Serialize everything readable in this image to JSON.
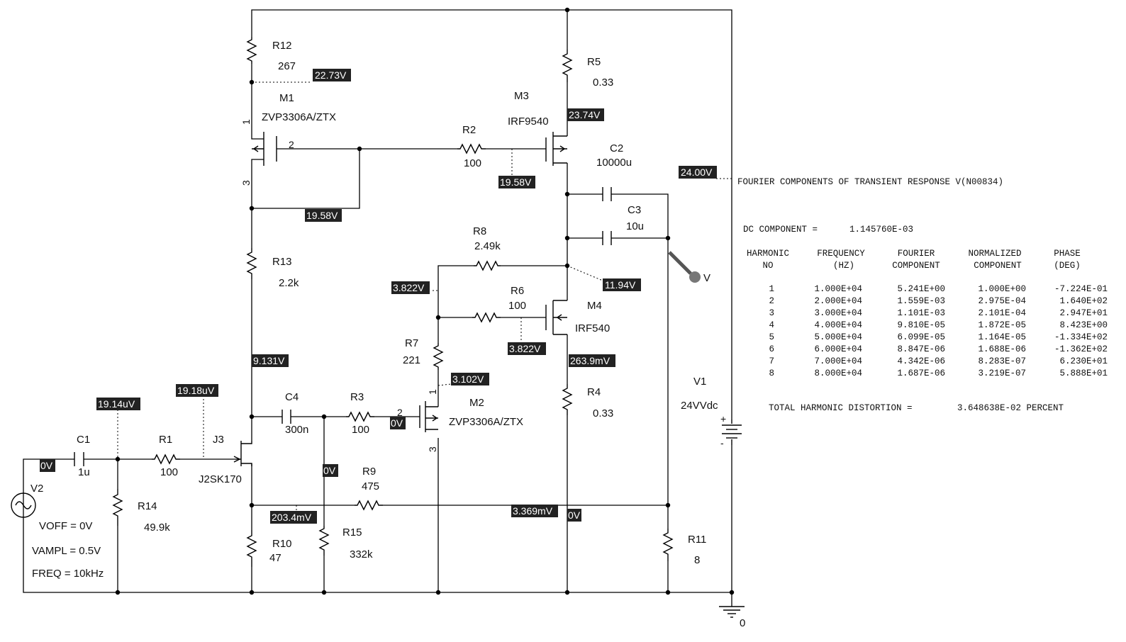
{
  "components": {
    "R12": {
      "ref": "R12",
      "value": "267"
    },
    "R5": {
      "ref": "R5",
      "value": "0.33"
    },
    "M1": {
      "ref": "M1",
      "model": "ZVP3306A/ZTX"
    },
    "M3": {
      "ref": "M3",
      "model": "IRF9540"
    },
    "R2": {
      "ref": "R2",
      "value": "100"
    },
    "C2": {
      "ref": "C2",
      "value": "10000u"
    },
    "C3": {
      "ref": "C3",
      "value": "10u"
    },
    "R8": {
      "ref": "R8",
      "value": "2.49k"
    },
    "R13": {
      "ref": "R13",
      "value": "2.2k"
    },
    "R6": {
      "ref": "R6",
      "value": "100"
    },
    "M4": {
      "ref": "M4",
      "model": "IRF540"
    },
    "R7": {
      "ref": "R7",
      "value": "221"
    },
    "M2": {
      "ref": "M2",
      "model": "ZVP3306A/ZTX"
    },
    "R4": {
      "ref": "R4",
      "value": "0.33"
    },
    "V1": {
      "ref": "V1",
      "value": "24VVdc"
    },
    "C4": {
      "ref": "C4",
      "value": "300n"
    },
    "R3": {
      "ref": "R3",
      "value": "100"
    },
    "C1": {
      "ref": "C1",
      "value": "1u"
    },
    "R1": {
      "ref": "R1",
      "value": "100"
    },
    "J3": {
      "ref": "J3",
      "model": "J2SK170"
    },
    "R9": {
      "ref": "R9",
      "value": "475"
    },
    "V2": {
      "ref": "V2",
      "voff": "VOFF = 0V",
      "vampl": "VAMPL = 0.5V",
      "freq": "FREQ = 10kHz"
    },
    "R14": {
      "ref": "R14",
      "value": "49.9k"
    },
    "R10": {
      "ref": "R10",
      "value": "47"
    },
    "R15": {
      "ref": "R15",
      "value": "332k"
    },
    "R11": {
      "ref": "R11",
      "value": "8"
    }
  },
  "pins": {
    "m1_drain": "1",
    "m1_gate": "2",
    "m1_source": "3",
    "m2_drain": "1",
    "m2_gate": "2",
    "m2_source": "3"
  },
  "ground_label": "0",
  "probe_label": "V",
  "voltages": {
    "v_r12": "22.73V",
    "v_m3_src": "23.74V",
    "v_supply": "24.00V",
    "v_r2_gate": "19.58V",
    "v_m1_src": "19.58V",
    "v_r8": "3.822V",
    "v_out": "11.94V",
    "v_m4_gate": "3.822V",
    "v_m2_drain": "3.102V",
    "v_r4_top": "263.9mV",
    "v_j3_drain": "9.131V",
    "v_r1": "19.18uV",
    "v_c1": "19.14uV",
    "v_in": "0V",
    "v_m2_gate": "0V",
    "v_r15": "0V",
    "v_j3_src": "203.4mV",
    "v_fb": "3.369mV",
    "v_load": "0V"
  },
  "fourier": {
    "title": "FOURIER COMPONENTS OF TRANSIENT RESPONSE V(N00834)",
    "dc_label": "DC COMPONENT =",
    "dc_value": "1.145760E-03",
    "headers": [
      [
        "HARMONIC",
        "NO"
      ],
      [
        "FREQUENCY",
        "(HZ)"
      ],
      [
        "FOURIER",
        "COMPONENT"
      ],
      [
        "NORMALIZED",
        "COMPONENT"
      ],
      [
        "PHASE",
        "(DEG)"
      ]
    ],
    "rows": [
      [
        "1",
        "1.000E+04",
        "5.241E+00",
        "1.000E+00",
        "-7.224E-01"
      ],
      [
        "2",
        "2.000E+04",
        "1.559E-03",
        "2.975E-04",
        "1.640E+02"
      ],
      [
        "3",
        "3.000E+04",
        "1.101E-03",
        "2.101E-04",
        "2.947E+01"
      ],
      [
        "4",
        "4.000E+04",
        "9.810E-05",
        "1.872E-05",
        "8.423E+00"
      ],
      [
        "5",
        "5.000E+04",
        "6.099E-05",
        "1.164E-05",
        "-1.334E+02"
      ],
      [
        "6",
        "6.000E+04",
        "8.847E-06",
        "1.688E-06",
        "-1.362E+02"
      ],
      [
        "7",
        "7.000E+04",
        "4.342E-06",
        "8.283E-07",
        "6.230E+01"
      ],
      [
        "8",
        "8.000E+04",
        "1.687E-06",
        "3.219E-07",
        "5.888E+01"
      ]
    ],
    "thd_label": "TOTAL HARMONIC DISTORTION =",
    "thd_value": "3.648638E-02 PERCENT"
  }
}
